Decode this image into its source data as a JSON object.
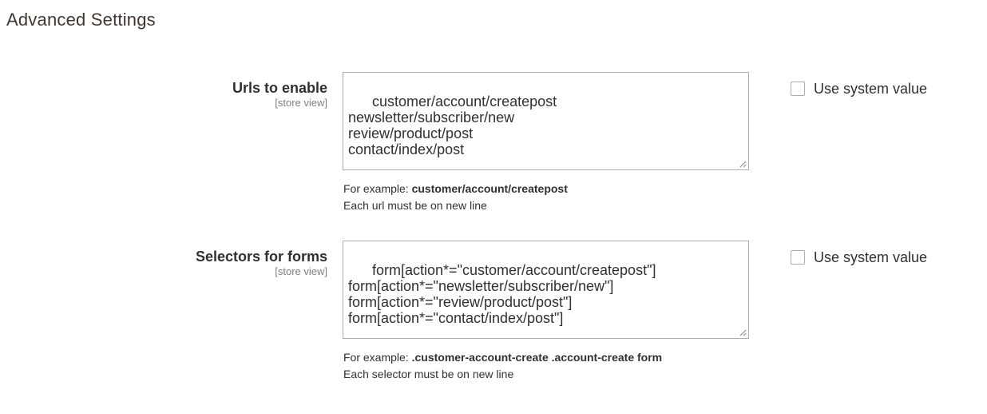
{
  "section": {
    "title": "Advanced Settings"
  },
  "fields": [
    {
      "label": "Urls to enable",
      "scope": "[store view]",
      "value": "customer/account/createpost\nnewsletter/subscriber/new\nreview/product/post\ncontact/index/post",
      "note_prefix": "For example: ",
      "note_example": "customer/account/createpost",
      "note_line2": "Each url must be on new line",
      "use_system_value_label": "Use system value",
      "use_system_value_checked": false
    },
    {
      "label": "Selectors for forms",
      "scope": "[store view]",
      "value": "form[action*=\"customer/account/createpost\"]\nform[action*=\"newsletter/subscriber/new\"]\nform[action*=\"review/product/post\"]\nform[action*=\"contact/index/post\"]",
      "note_prefix": "For example: ",
      "note_example": ".customer-account-create .account-create form",
      "note_line2": "Each selector must be on new line",
      "use_system_value_label": "Use system value",
      "use_system_value_checked": false
    }
  ],
  "colors": {
    "text": "#303030",
    "heading": "#41362f",
    "muted": "#808080",
    "border": "#adadad"
  }
}
